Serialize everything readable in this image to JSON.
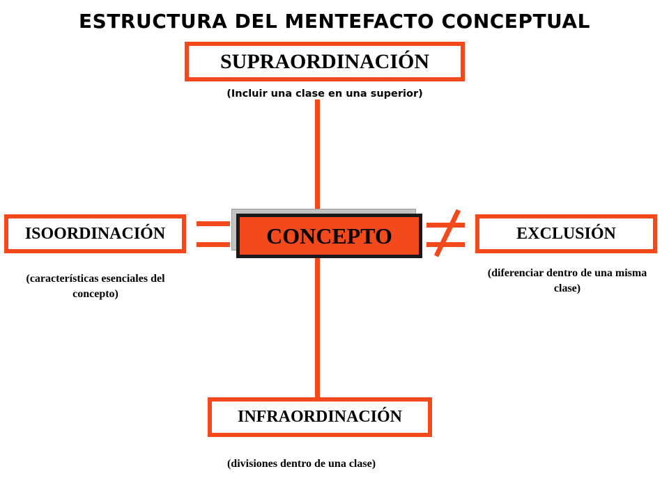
{
  "title": "ESTRUCTURA DEL MENTEFACTO CONCEPTUAL",
  "colors": {
    "accent": "#f24a1d",
    "concept_border": "#1a1a1a",
    "shadow": "#c3c3c3"
  },
  "nodes": {
    "supraordinacion": {
      "label": "SUPRAORDINACIÓN",
      "description": "(Incluir una clase en una superior)"
    },
    "isoordinacion": {
      "label": "ISOORDINACIÓN",
      "description": "(características esenciales del concepto)"
    },
    "concepto": {
      "label": "CONCEPTO"
    },
    "exclusion": {
      "label": "EXCLUSIÓN",
      "description": "(diferenciar dentro de una misma clase)"
    },
    "infraordinacion": {
      "label": "INFRAORDINACIÓN",
      "description": "(divisiones dentro de una clase)"
    }
  },
  "symbols": {
    "left": "equals-sign",
    "right": "not-equals-sign"
  }
}
